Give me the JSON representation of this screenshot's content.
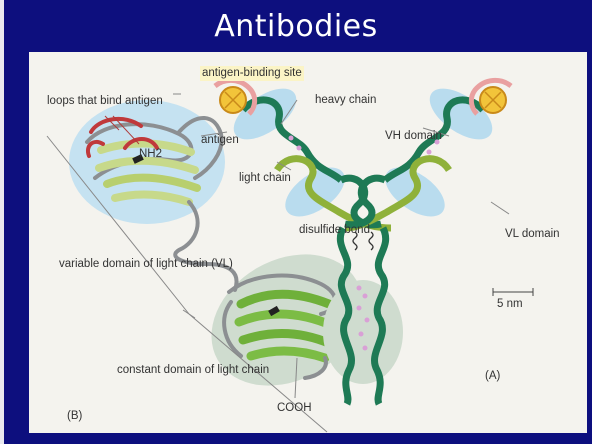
{
  "slide": {
    "title": "Antibodies"
  },
  "figure": {
    "labels": {
      "antigen_binding_site": "antigen-binding site",
      "loops": "loops that bind antigen",
      "nh2": "NH2",
      "antigen": "antigen",
      "heavy_chain": "heavy chain",
      "vh_domain": "VH domain",
      "light_chain": "light chain",
      "vl_domain": "VL domain",
      "variable_domain": "variable domain of light chain (VL)",
      "disulfide_bond": "disulfide bond",
      "scale": "5 nm",
      "constant_domain": "constant domain of light chain",
      "cooh": "COOH",
      "panel_a": "(A)",
      "panel_b": "(B)"
    },
    "colors": {
      "background": "#0d0f7e",
      "panel": "#f4f3ee",
      "heavy_chain": "#1e7a55",
      "light_chain": "#8fb13a",
      "domain_fill": "#b9dcee",
      "antigen": "#f2c43a",
      "loops": "#c0393b"
    }
  }
}
